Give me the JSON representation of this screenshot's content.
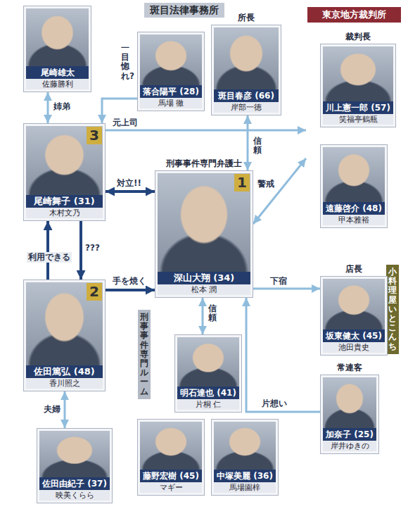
{
  "diagram": {
    "nodes": [
      {
        "text": [
          "尾崎雄太",
          "佐藤勝利"
        ]
      },
      {
        "text": [
          "斑目法律事務所"
        ]
      },
      {
        "text": [
          "落合陽平 (28)",
          "馬場 徹"
        ],
        "in": 1
      },
      {
        "text": [
          "所長",
          "斑目春彦 (66)",
          "岸部一徳"
        ],
        "in": 1
      },
      {
        "text": [
          "東京地方裁判所"
        ]
      },
      {
        "text": [
          "裁判長",
          "川上憲一郎 (57)",
          "笑福亭鶴瓶"
        ],
        "in": 4
      },
      {
        "text": [
          "遠藤啓介 (48)",
          "甲本雅裕"
        ],
        "in": 4
      },
      {
        "text": [
          "刑事事件専門ルーム"
        ],
        "in": 1
      },
      {
        "text": [
          "3",
          "尾崎舞子 (31)",
          "木村文乃"
        ],
        "in": 7
      },
      {
        "text": [
          "刑事事件専門弁護士",
          "1",
          "深山大翔 (34)",
          "松本 潤"
        ],
        "in": 7
      },
      {
        "text": [
          "2",
          "佐田篤弘 (48)",
          "香川照之"
        ],
        "in": 7
      },
      {
        "text": [
          "明石達也 (41)",
          "片桐 仁"
        ],
        "in": 7
      },
      {
        "text": [
          "藤野宏樹 (45)",
          "マギー"
        ],
        "in": 7
      },
      {
        "text": [
          "中塚美麗 (36)",
          "馬場園梓"
        ],
        "in": 7
      },
      {
        "text": [
          "佐田由紀子 (37)",
          "映美くらら"
        ]
      },
      {
        "text": [
          "小料理屋いとこんち"
        ]
      },
      {
        "text": [
          "店長",
          "坂東健太 (45)",
          "池田貴史"
        ],
        "in": 15
      },
      {
        "text": [
          "常連客",
          "加奈子 (25)",
          "岸井ゆきの"
        ],
        "in": 15
      }
    ],
    "edges": [
      {
        "from": 0,
        "to": 8,
        "label": "姉弟",
        "arrow": "both"
      },
      {
        "from": 2,
        "to": 8,
        "label": "一目惚れ?",
        "arrow": "to"
      },
      {
        "from": 3,
        "to": 9,
        "label": "信頼",
        "arrow": "both"
      },
      {
        "from": 8,
        "to": 4,
        "label": "元上司",
        "arrow": "to"
      },
      {
        "from": 8,
        "to": 9,
        "label": "対立!!",
        "arrow": "both"
      },
      {
        "from": 9,
        "to": 4,
        "label": "警戒",
        "arrow": "both"
      },
      {
        "from": 10,
        "to": 8,
        "label": "利用できる",
        "arrow": "to"
      },
      {
        "from": 8,
        "to": 10,
        "label": "???",
        "arrow": "to"
      },
      {
        "from": 10,
        "to": 9,
        "label": "手を焼く",
        "arrow": "to"
      },
      {
        "from": 9,
        "to": 11,
        "label": "信頼",
        "arrow": "both"
      },
      {
        "from": 9,
        "to": 16,
        "label": "下宿",
        "arrow": "to"
      },
      {
        "from": 17,
        "to": 9,
        "label": "片想い",
        "arrow": "to"
      },
      {
        "from": 10,
        "to": 14,
        "label": "夫婦",
        "arrow": "both"
      }
    ]
  }
}
